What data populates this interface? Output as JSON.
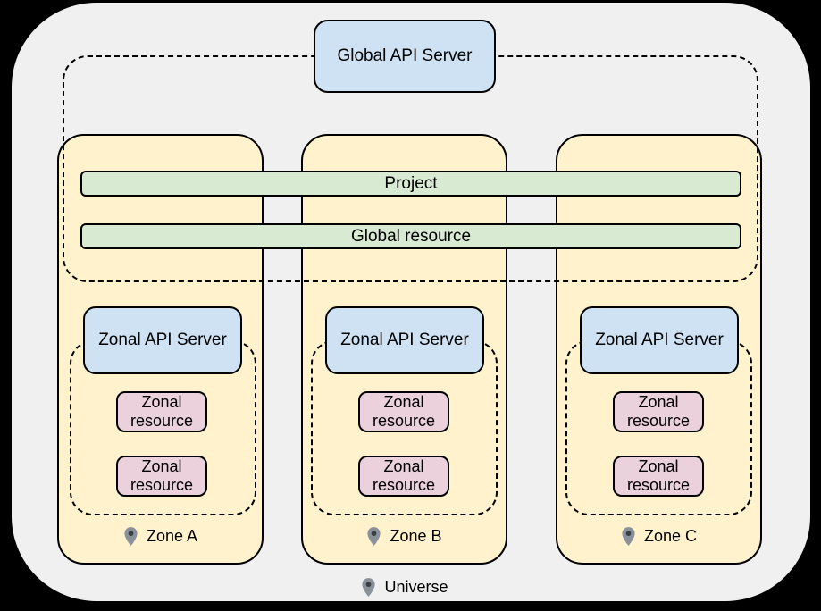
{
  "diagram": {
    "global_api_server": "Global API Server",
    "bars": {
      "project": "Project",
      "global_resource": "Global resource"
    },
    "zones": [
      {
        "name": "Zone A",
        "api_server": "Zonal API Server",
        "resources": [
          "Zonal resource",
          "Zonal resource"
        ]
      },
      {
        "name": "Zone B",
        "api_server": "Zonal API Server",
        "resources": [
          "Zonal resource",
          "Zonal resource"
        ]
      },
      {
        "name": "Zone C",
        "api_server": "Zonal API Server",
        "resources": [
          "Zonal resource",
          "Zonal resource"
        ]
      }
    ],
    "universe": "Universe"
  },
  "colors": {
    "outer_bg": "#000000",
    "canvas_bg": "#f0f0f1",
    "zone_fill": "#fff2cc",
    "server_fill": "#cfe2f3",
    "resource_fill": "#ead1dc",
    "bar_fill": "#d9ead3",
    "stroke": "#000000",
    "pin_fill": "#8a919b",
    "pin_dot": "#3a3f45"
  },
  "icons": {
    "pin": "location-pin-icon"
  }
}
